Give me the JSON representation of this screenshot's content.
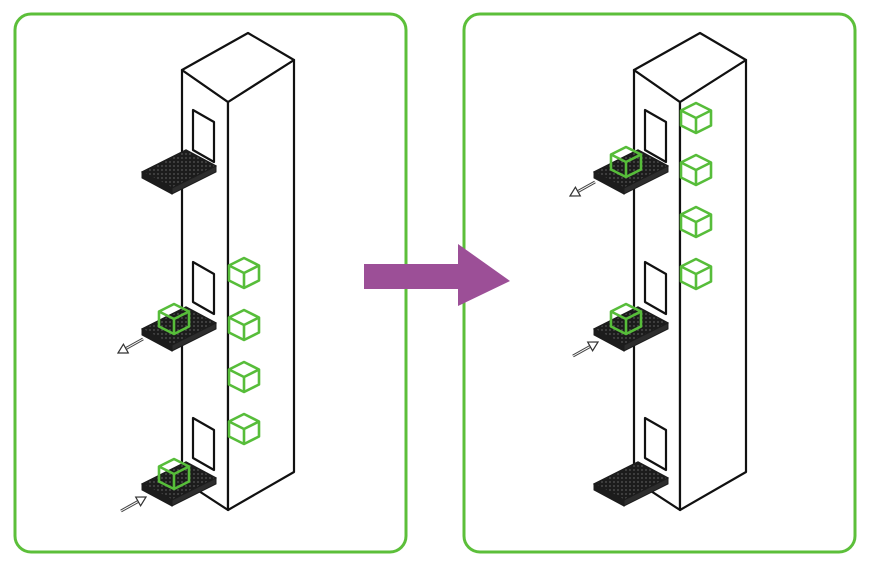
{
  "colors": {
    "panel_border": "#5cbf3a",
    "box": "#57bd3a",
    "arrow": "#9c4f97",
    "line": "#111111",
    "tray": "#1c1c1c",
    "background": "#ffffff"
  },
  "panels": [
    {
      "state": "before",
      "trays": [
        {
          "level": "top",
          "has_box": false,
          "direction": "none"
        },
        {
          "level": "middle",
          "has_box": true,
          "direction": "out"
        },
        {
          "level": "bottom",
          "has_box": true,
          "direction": "in"
        }
      ],
      "stored_boxes": 4
    },
    {
      "state": "after",
      "trays": [
        {
          "level": "top",
          "has_box": true,
          "direction": "out"
        },
        {
          "level": "middle",
          "has_box": true,
          "direction": "in"
        },
        {
          "level": "bottom",
          "has_box": false,
          "direction": "none"
        }
      ],
      "stored_boxes": 4
    }
  ],
  "transition_arrow": "arrow-right-icon"
}
